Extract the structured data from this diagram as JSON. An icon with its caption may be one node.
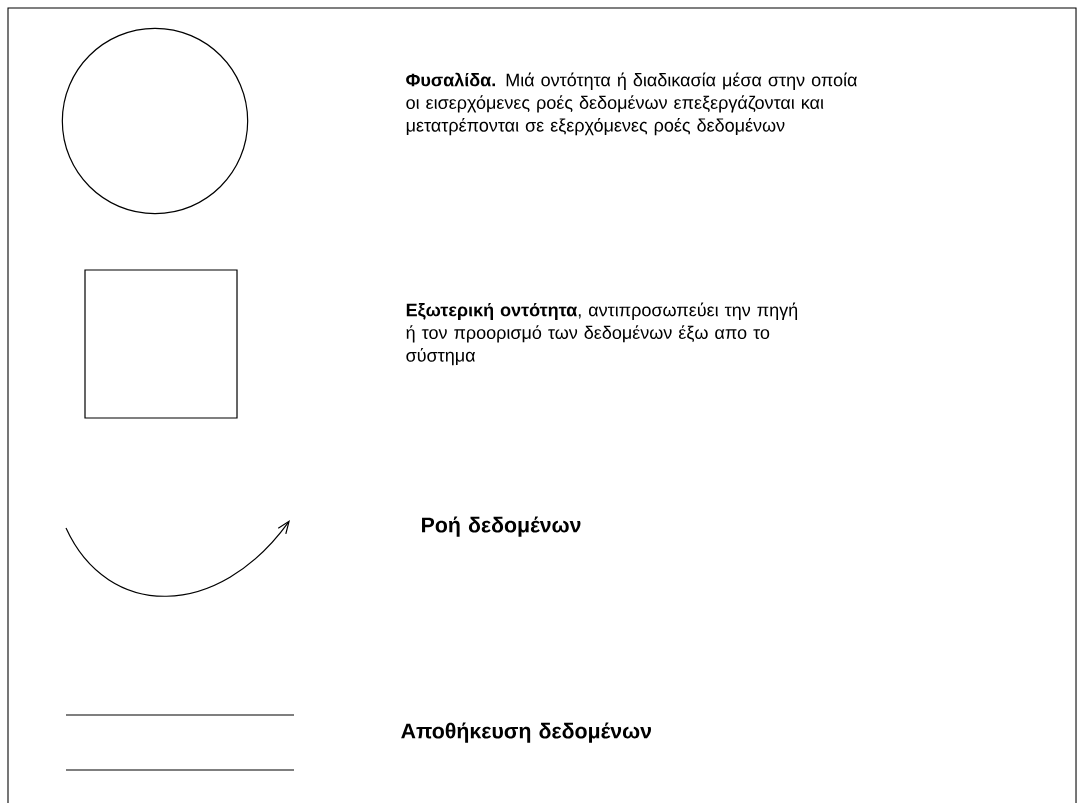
{
  "diagram": {
    "nodes": [
      {
        "text": [],
        "shape": "circle"
      },
      {
        "text": [],
        "shape": "box"
      },
      {
        "text": [],
        "shape": "arrow"
      },
      {
        "text": [],
        "shape": "lines"
      }
    ],
    "labels": [
      "**Φυσαλίδα.** Μιά οντότητα ή διαδικασία μέσα στην οποία οι εισερχόμενες ροές δεδομένων επεξεργάζονται και μετατρέπονται σε εξερχόμενες ροές δεδομένων",
      "**Εξωτερική οντότητα**, αντιπροσωπεύει την πηγή ή τον προορισμό των δεδομένων έξω απο το σύστημα",
      "Ροή δεδομένων",
      "Αποθήκευση δεδομένων"
    ]
  }
}
